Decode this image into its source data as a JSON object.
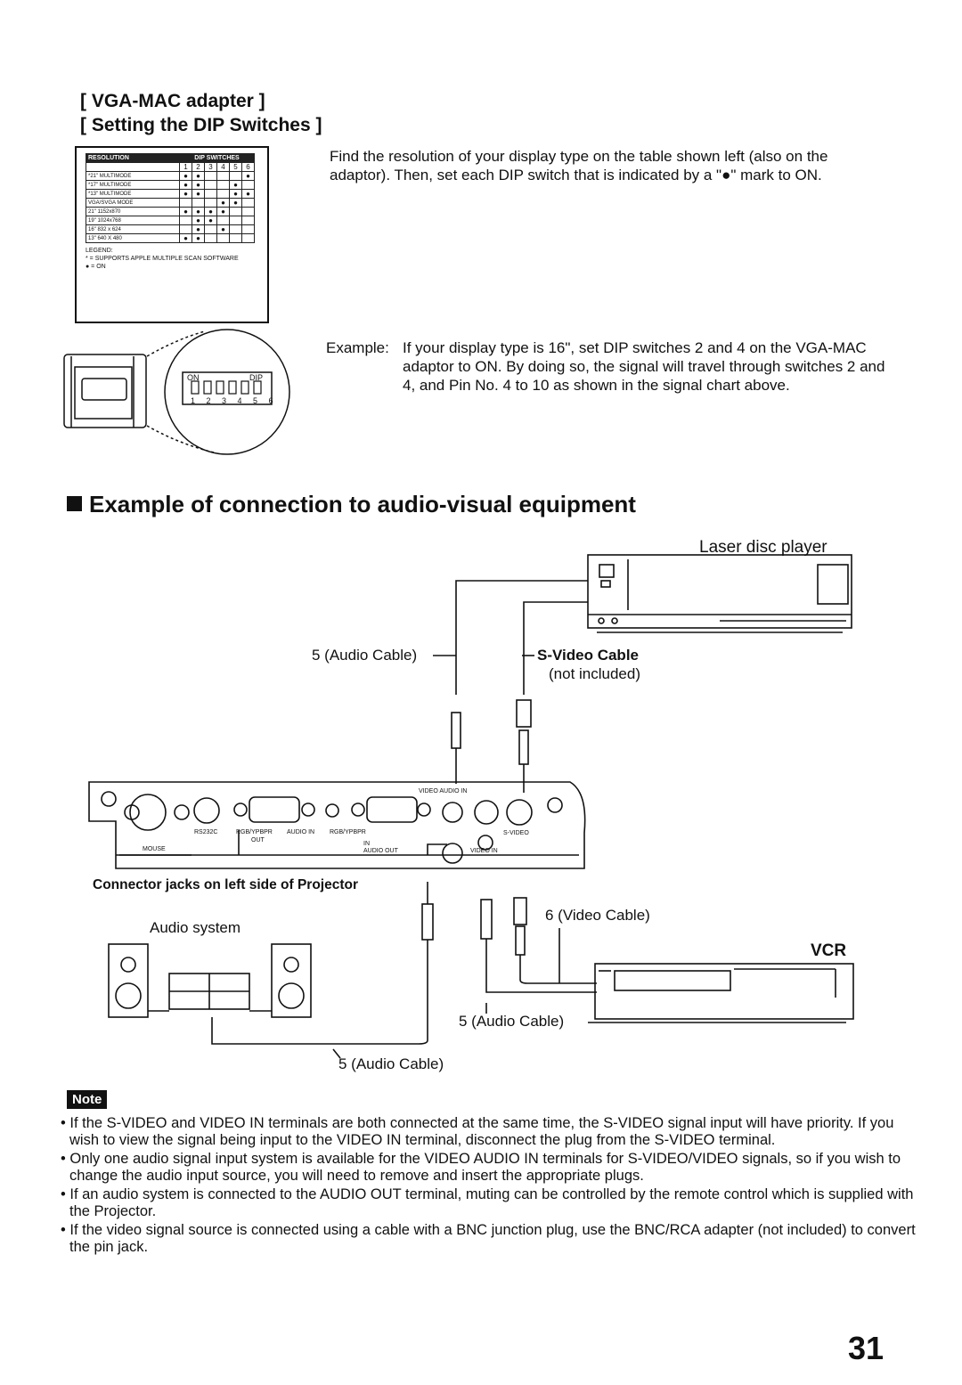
{
  "vga_mac": {
    "title": "[ VGA-MAC adapter ]",
    "subtitle": "[ Setting the DIP Switches ]",
    "description": "Find the resolution of your display type on the table shown left (also on the adaptor). Then, set each DIP switch that is indicated by a \"●\" mark to ON.",
    "table": {
      "header_resolution": "RESOLUTION",
      "header_switches": "DIP SWITCHES",
      "switch_numbers": [
        "1",
        "2",
        "3",
        "4",
        "5",
        "6"
      ],
      "rows": [
        {
          "label": "*21\" MULTIMODE",
          "on": [
            1,
            2,
            6
          ]
        },
        {
          "label": "*17\" MULTIMODE",
          "on": [
            1,
            2,
            5
          ]
        },
        {
          "label": "*13\" MULTIMODE",
          "on": [
            1,
            2,
            5,
            6
          ]
        },
        {
          "label": "VGA/SVGA MODE",
          "on": [
            4,
            5
          ]
        },
        {
          "label": "21\" 1152x870",
          "on": [
            1,
            2,
            3,
            4
          ]
        },
        {
          "label": "19\" 1024x768",
          "on": [
            2,
            3
          ]
        },
        {
          "label": "16\" 832 x 624",
          "on": [
            2,
            4
          ]
        },
        {
          "label": "13\" 640 X 480",
          "on": [
            1,
            2
          ]
        }
      ],
      "legend_title": "LEGEND:",
      "legend_star": "* = SUPPORTS APPLE MULTIPLE SCAN SOFTWARE",
      "legend_dot": "● = ON"
    },
    "dip_block": {
      "on_label": "ON",
      "dip_label": "DIP",
      "numbers": "1 2 3 4 5 6"
    },
    "example_label": "Example:",
    "example_text": "If your display type is 16\", set DIP switches 2 and 4 on the VGA-MAC adaptor to ON. By doing so, the signal will travel through switches 2 and 4, and Pin No. 4 to 10 as shown in the signal chart above."
  },
  "connection": {
    "title": "Example of connection to audio-visual equipment",
    "laser_disc_player": "Laser disc player",
    "audio_cable_top": "5 (Audio Cable)",
    "svideo_cable": "S-Video Cable",
    "svideo_not_included": "(not included)",
    "projector_caption": "Connector jacks on left side of Projector",
    "audio_system": "Audio system",
    "video_cable": "6 (Video Cable)",
    "vcr": "VCR",
    "audio_cable_vcr": "5 (Audio Cable)",
    "audio_cable_bottom": "5 (Audio Cable)",
    "panel": {
      "rs232c": "RS232C",
      "rgb_out": "RGB/YPBPR",
      "out": "OUT",
      "audio_in": "AUDIO IN",
      "rgb_in": "RGB/YPBPR",
      "in": "IN",
      "video_audio_in": "VIDEO AUDIO IN",
      "s_video": "S-VIDEO",
      "mouse": "MOUSE",
      "audio_out": "AUDIO OUT",
      "video_in": "VIDEO IN"
    }
  },
  "note": {
    "badge": "Note",
    "items": [
      "If the S-VIDEO and VIDEO IN terminals are both connected at the same time, the S-VIDEO signal input will have priority. If you wish to view the signal being input to the VIDEO IN terminal, disconnect the plug from the S-VIDEO terminal.",
      "Only one audio signal input system is available for the VIDEO AUDIO IN terminals for S-VIDEO/VIDEO signals, so if you wish to change the audio input source, you will need to remove and insert the appropriate plugs.",
      "If an audio system is connected to the AUDIO OUT terminal, muting can be controlled by the remote control which is supplied with the Projector.",
      "If the video signal source is connected using a cable with a BNC junction plug, use the BNC/RCA adapter (not included) to convert the pin jack."
    ]
  },
  "page_number": "31"
}
